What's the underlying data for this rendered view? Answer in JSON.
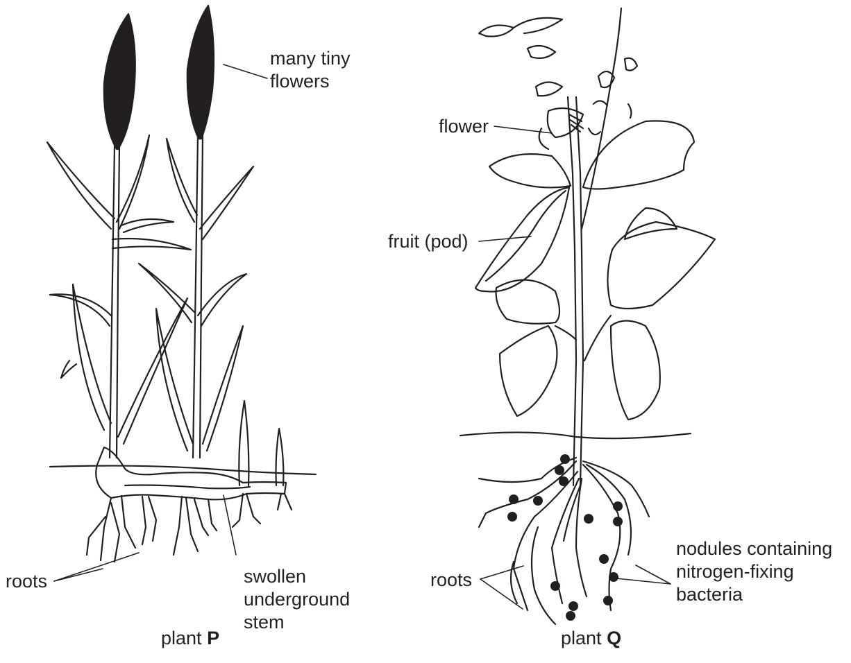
{
  "plant_p": {
    "labels": {
      "flowers": [
        "many tiny",
        "flowers"
      ],
      "roots": "roots",
      "stem": [
        "swollen",
        "underground",
        "stem"
      ]
    },
    "caption": {
      "prefix": "plant",
      "letter": "P"
    }
  },
  "plant_q": {
    "labels": {
      "flower": "flower",
      "fruit": "fruit (pod)",
      "roots": "roots",
      "nodules": [
        "nodules containing",
        "nitrogen-fixing",
        "bacteria"
      ]
    },
    "caption": {
      "prefix": "plant",
      "letter": "Q"
    }
  },
  "colors": {
    "ink": "#231f20",
    "background": "#ffffff"
  }
}
